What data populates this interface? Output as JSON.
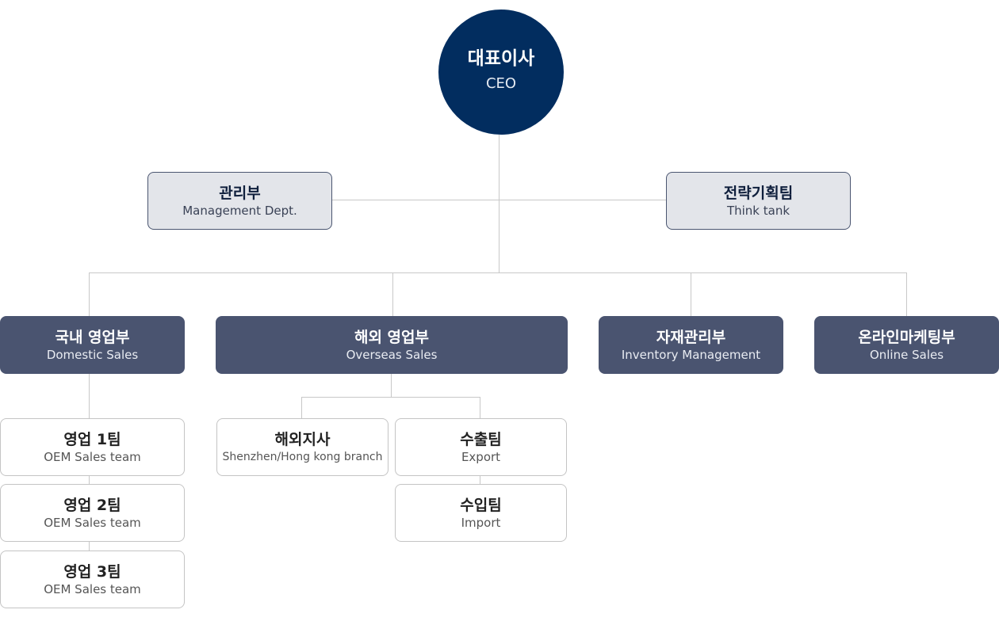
{
  "ceo": {
    "ko": "대표이사",
    "en": "CEO"
  },
  "staff": [
    {
      "ko": "관리부",
      "en": "Management Dept."
    },
    {
      "ko": "전략기획팀",
      "en": "Think tank"
    }
  ],
  "departments": [
    {
      "ko": "국내 영업부",
      "en": "Domestic Sales"
    },
    {
      "ko": "해외 영업부",
      "en": "Overseas Sales"
    },
    {
      "ko": "자재관리부",
      "en": "Inventory Management"
    },
    {
      "ko": "온라인마케팅부",
      "en": "Online Sales"
    }
  ],
  "domestic_teams": [
    {
      "ko": "영업 1팀",
      "en": "OEM Sales team"
    },
    {
      "ko": "영업 2팀",
      "en": "OEM Sales team"
    },
    {
      "ko": "영업 3팀",
      "en": "OEM Sales team"
    }
  ],
  "overseas_teams": [
    {
      "ko": "해외지사",
      "en": "Shenzhen/Hong kong branch"
    },
    {
      "ko": "수출팀",
      "en": "Export"
    },
    {
      "ko": "수입팀",
      "en": "Import"
    }
  ],
  "colors": {
    "ceo_fill": "#022d5f",
    "department_fill": "#4a5470",
    "staff_fill": "#e3e5ea",
    "connector": "#c8c8c8"
  }
}
